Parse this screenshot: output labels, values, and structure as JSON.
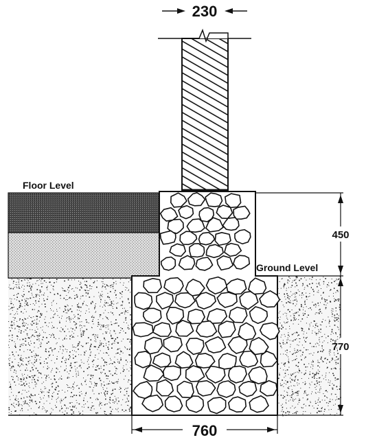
{
  "labels": {
    "floor_level": "Floor Level",
    "ground_level": "Ground Level"
  },
  "dimensions": {
    "wall_thickness": "230",
    "plinth_height": "450",
    "foundation_depth": "770",
    "foundation_width": "760"
  },
  "colors": {
    "ink": "#111111",
    "background": "#ffffff",
    "floor_finish": "#555555",
    "sub_base": "#d6d6d6"
  }
}
